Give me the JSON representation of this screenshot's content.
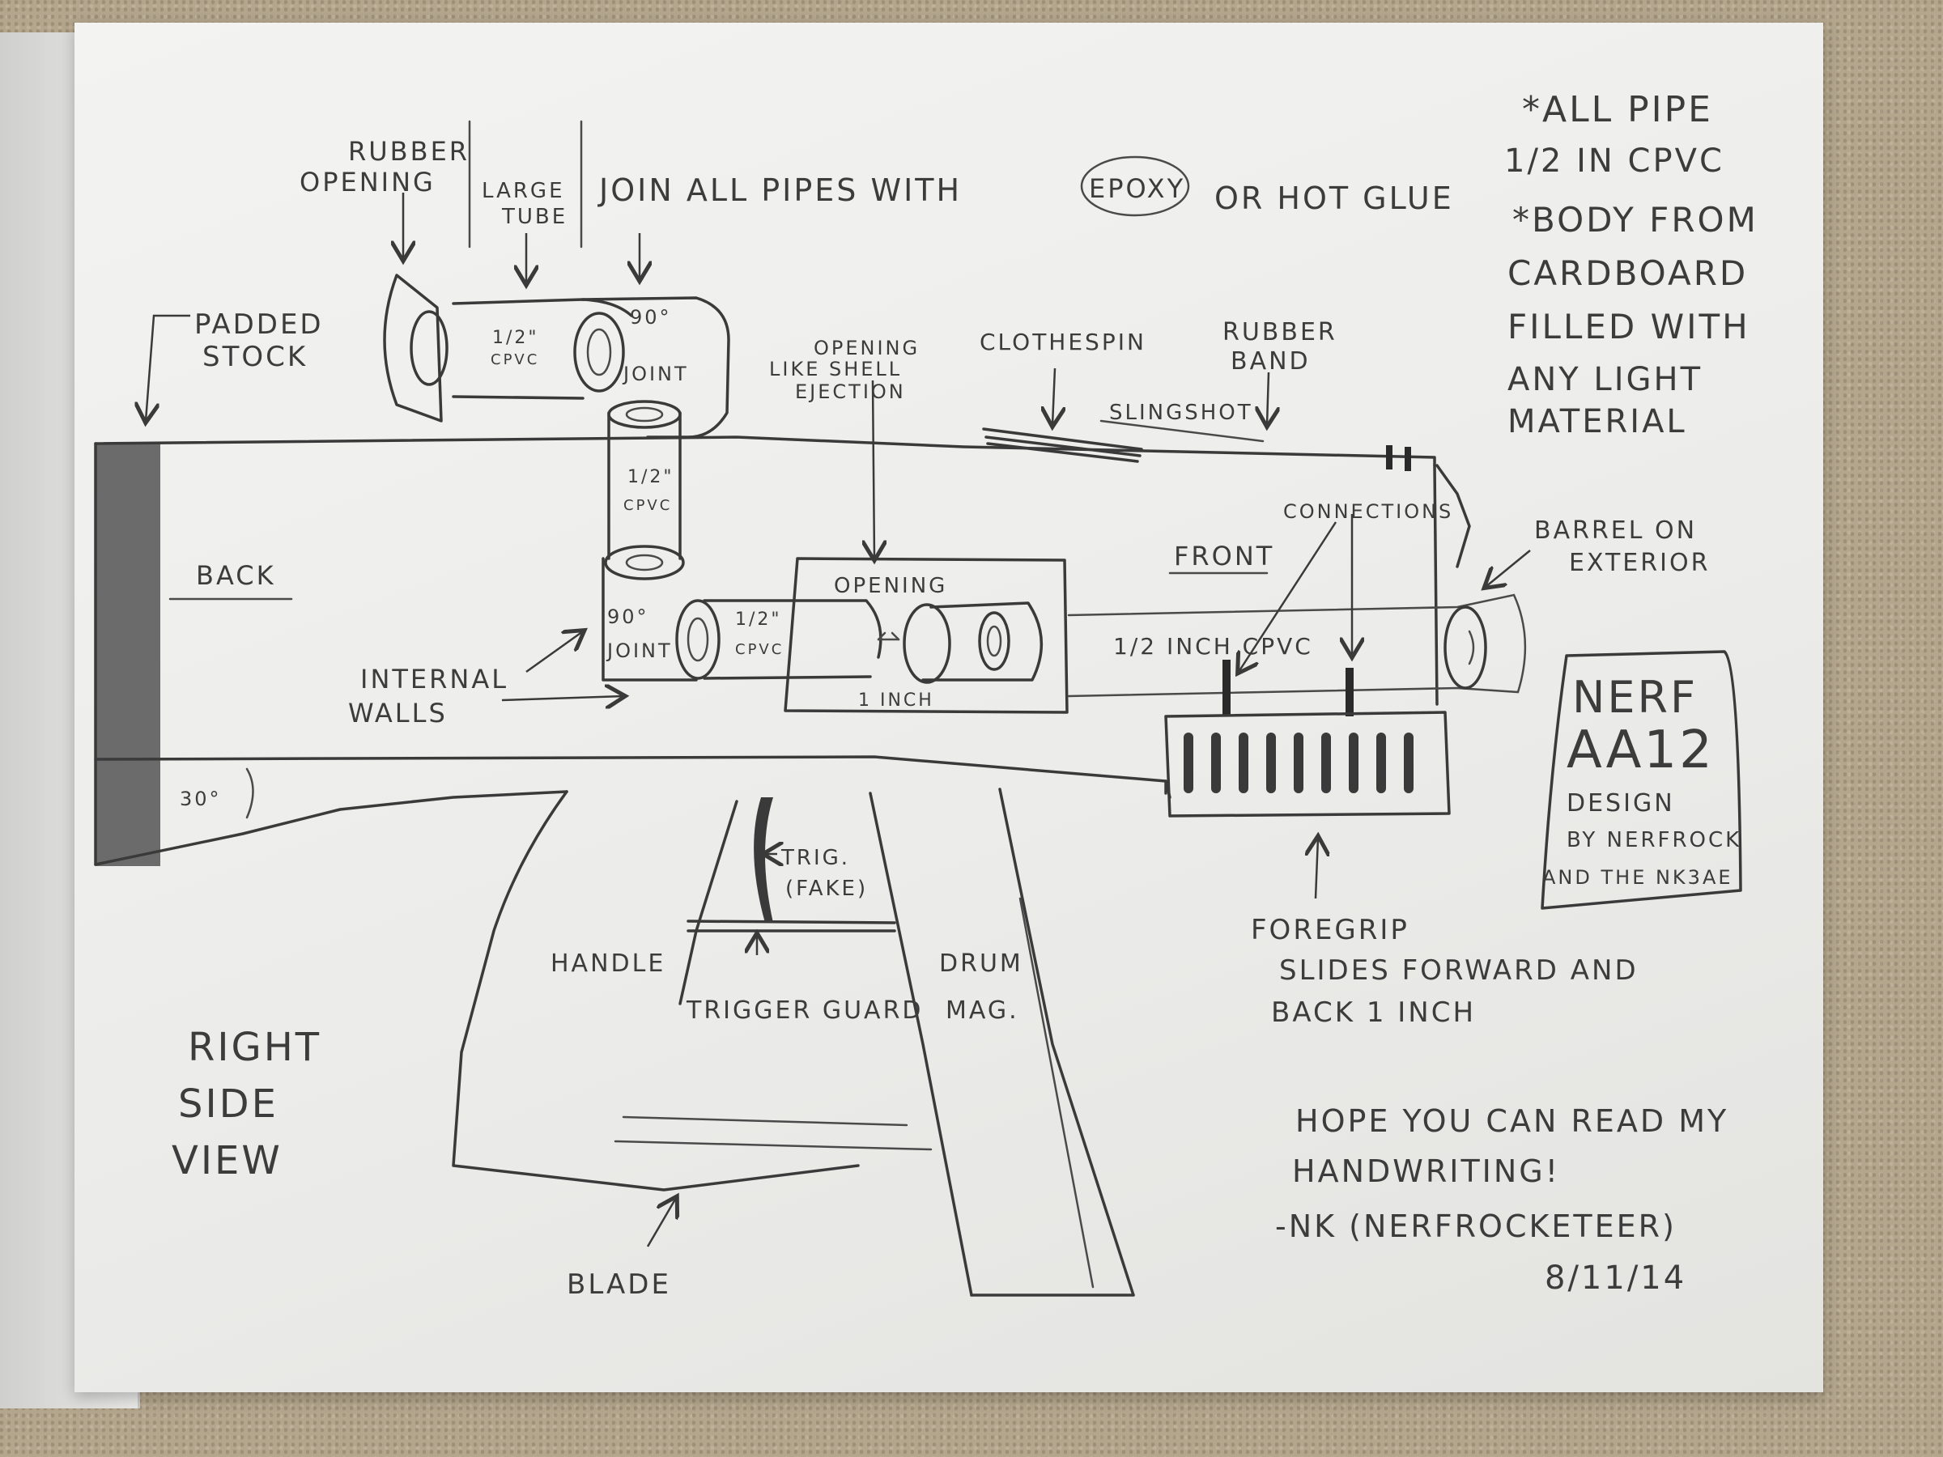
{
  "labels": {
    "rubber_opening": [
      "RUBBER",
      "OPENING"
    ],
    "large_tube": [
      "LARGE",
      "TUBE"
    ],
    "join_note_pre": "JOIN ALL PIPES WITH",
    "join_note_circled": "EPOXY",
    "join_note_post": "OR HOT GLUE",
    "padded_stock": [
      "PADDED",
      "STOCK"
    ],
    "half_cpvc_top": [
      "1/2\"",
      "CPVC"
    ],
    "joint_90_top": [
      "90°",
      "JOINT"
    ],
    "half_cpvc_vertical": [
      "1/2\"",
      "CPVC"
    ],
    "joint_90_bottom": [
      "90°",
      "JOINT"
    ],
    "half_cpvc_lower": [
      "1/2\"",
      "CPVC"
    ],
    "opening_ejection": [
      "OPENING",
      "LIKE SHELL",
      "EJECTION"
    ],
    "clothespin": "CLOTHESPIN",
    "rubber_band": [
      "RUBBER",
      "BAND"
    ],
    "slingshot": "SLINGSHOT",
    "connections": "CONNECTIONS",
    "barrel_exterior": [
      "BARREL ON",
      "EXTERIOR"
    ],
    "front": "FRONT",
    "back": "BACK",
    "opening": "OPENING",
    "one_inch": "1 INCH",
    "half_inch_cpvc": "1/2 INCH CPVC",
    "internal_walls": [
      "INTERNAL",
      "WALLS"
    ],
    "angle": "30°",
    "trig_fake": [
      "TRIG.",
      "(FAKE)"
    ],
    "handle": "HANDLE",
    "trigger_guard": "TRIGGER GUARD",
    "drum_mag": [
      "DRUM",
      "MAG."
    ],
    "right_side_view": [
      "RIGHT",
      "SIDE",
      "VIEW"
    ],
    "blade": "BLADE",
    "foregrip": [
      "FOREGRIP",
      "SLIDES FORWARD AND",
      "BACK 1 INCH"
    ]
  },
  "notes": {
    "all_pipe": [
      "*ALL PIPE",
      "1/2 IN CPVC"
    ],
    "body_from": [
      "*BODY FROM",
      "CARDBOARD",
      "FILLED WITH",
      "ANY LIGHT",
      "MATERIAL"
    ]
  },
  "title_box": [
    "NERF",
    "AA12",
    "DESIGN",
    "BY NERFROCK",
    "AND THE NK3AE"
  ],
  "signature": [
    "HOPE YOU CAN READ MY",
    "HANDWRITING!",
    "-NK (NERFROCKETEER)",
    "8/11/14"
  ]
}
